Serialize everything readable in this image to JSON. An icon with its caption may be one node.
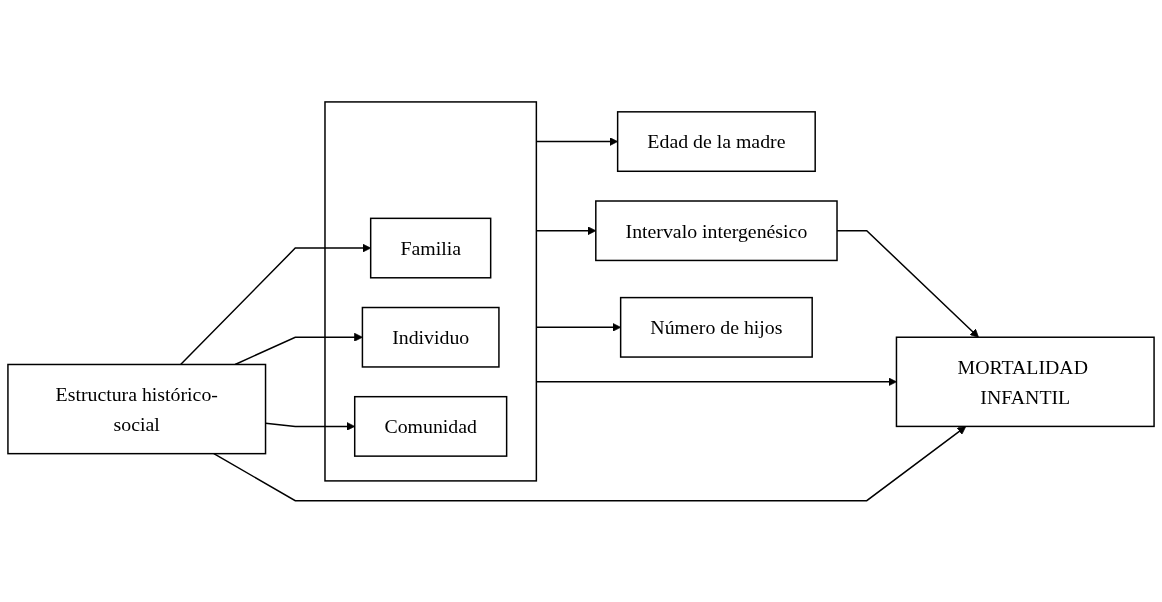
{
  "diagram": {
    "nodes": [
      {
        "text": [
          "Estructura histórico-social"
        ]
      },
      {
        "text": [],
        "shape": "box"
      },
      {
        "text": [
          "Familia"
        ],
        "in": 1
      },
      {
        "text": [
          "Individuo"
        ],
        "in": 1
      },
      {
        "text": [
          "Comunidad"
        ],
        "in": 1
      },
      {
        "text": [
          "Edad de la madre"
        ]
      },
      {
        "text": [
          "Intervalo intergenésico"
        ]
      },
      {
        "text": [
          "Número de hijos"
        ]
      },
      {
        "text": [
          "MORTALIDAD INFANTIL"
        ]
      }
    ],
    "edges": [
      {
        "from": 0,
        "to": 2,
        "arrow": "to"
      },
      {
        "from": 0,
        "to": 3,
        "arrow": "to"
      },
      {
        "from": 0,
        "to": 4,
        "arrow": "to"
      },
      {
        "from": 0,
        "to": 8,
        "arrow": "to"
      },
      {
        "from": 1,
        "to": 5,
        "arrow": "to"
      },
      {
        "from": 1,
        "to": 6,
        "arrow": "to"
      },
      {
        "from": 1,
        "to": 7,
        "arrow": "to"
      },
      {
        "from": 6,
        "to": 8,
        "arrow": "to"
      },
      {
        "from": 1,
        "to": 8,
        "arrow": "to"
      }
    ]
  }
}
